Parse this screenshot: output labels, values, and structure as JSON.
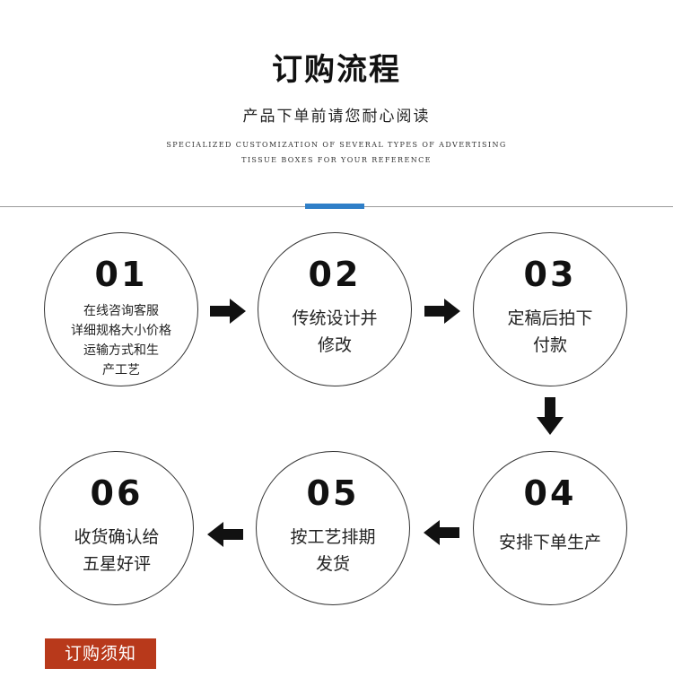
{
  "header": {
    "title": "订购流程",
    "subtitle": "产品下单前请您耐心阅读",
    "english_line1": "SPECIALIZED CUSTOMIZATION OF SEVERAL TYPES OF ADVERTISING",
    "english_line2": "TISSUE BOXES FOR YOUR REFERENCE"
  },
  "colors": {
    "accent_bar": "#2f7fc8",
    "notice_bg": "#b8391b",
    "arrow": "#111111"
  },
  "steps": [
    {
      "num": "01",
      "lines": [
        "在线咨询客服",
        "详细规格大小价格",
        "运输方式和生",
        "产工艺"
      ]
    },
    {
      "num": "02",
      "lines": [
        "传统设计并",
        "修改"
      ]
    },
    {
      "num": "03",
      "lines": [
        "定稿后拍下",
        "付款"
      ]
    },
    {
      "num": "04",
      "lines": [
        "安排下单生产"
      ]
    },
    {
      "num": "05",
      "lines": [
        "按工艺排期",
        "发货"
      ]
    },
    {
      "num": "06",
      "lines": [
        "收货确认给",
        "五星好评"
      ]
    }
  ],
  "footer": {
    "notice_label": "订购须知"
  }
}
